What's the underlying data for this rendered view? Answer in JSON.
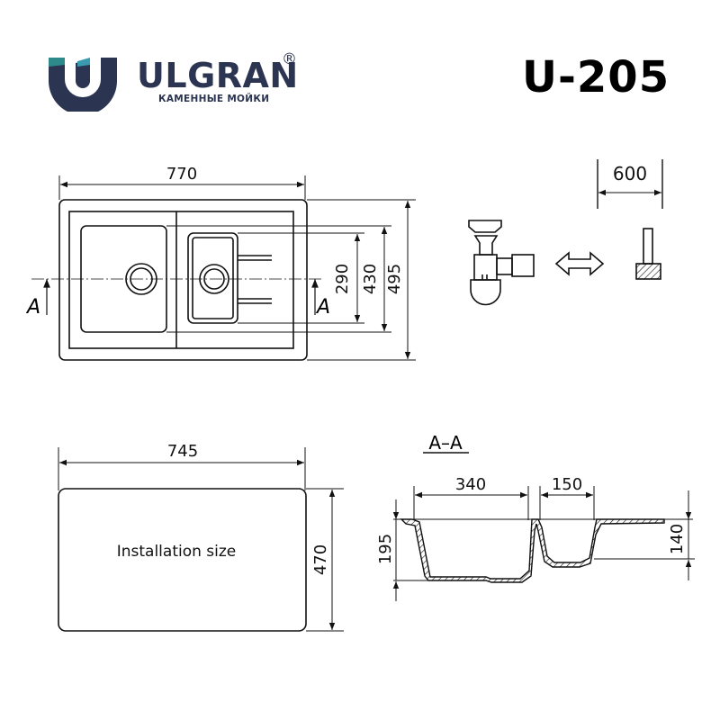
{
  "brand": {
    "name": "ULGRAN",
    "registered_mark": "®",
    "tagline": "КАМЕННЫЕ МОЙКИ",
    "colors": {
      "primary": "#2b3551",
      "accent": "#2e8a8a"
    }
  },
  "model": "U-205",
  "top_view": {
    "overall_width": "770",
    "overall_depth": "495",
    "bowl_depth_large": "430",
    "bowl_depth_small": "290",
    "section_marker_left": "A",
    "section_marker_right": "A"
  },
  "cabinet": {
    "min_width": "600",
    "icons": [
      "siphon-icon",
      "double-arrow-icon",
      "cabinet-post-icon"
    ]
  },
  "installation": {
    "label": "Installation size",
    "width": "745",
    "depth": "470"
  },
  "section": {
    "title": "A–A",
    "large_bowl_width": "340",
    "small_bowl_width": "150",
    "large_bowl_depth": "195",
    "small_bowl_depth": "140"
  }
}
